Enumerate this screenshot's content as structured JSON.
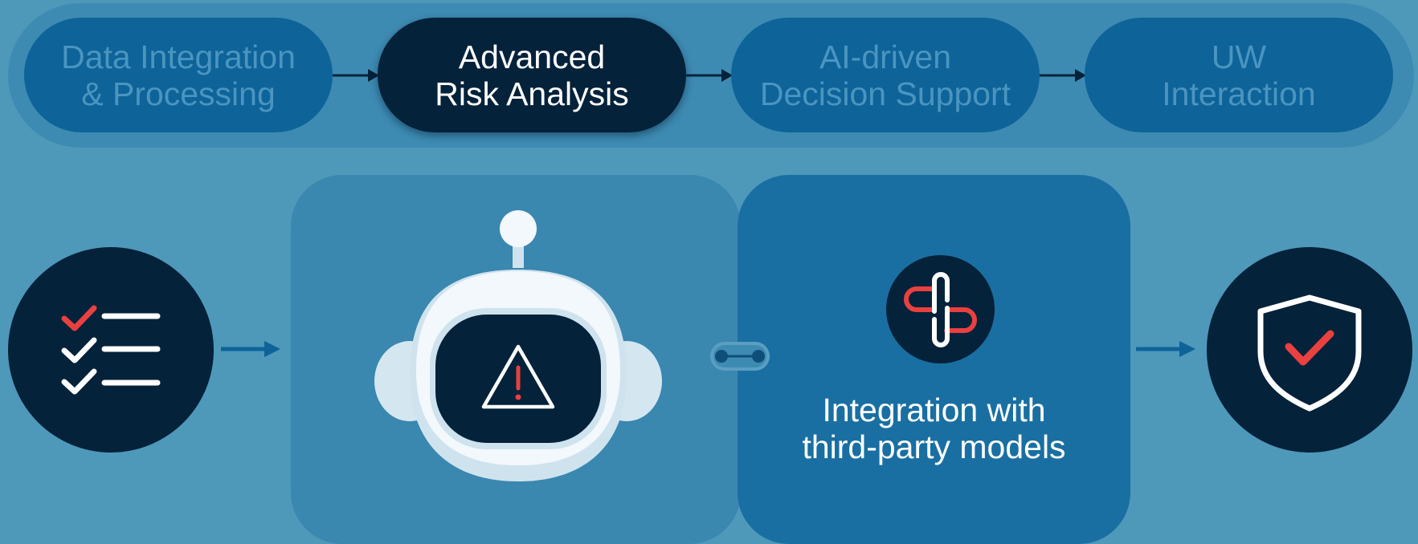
{
  "stages": [
    {
      "line1": "Data Integration",
      "line2": "& Processing",
      "active": false
    },
    {
      "line1": "Advanced",
      "line2": "Risk Analysis",
      "active": true
    },
    {
      "line1": "AI-driven",
      "line2": "Decision Support",
      "active": false
    },
    {
      "line1": "UW",
      "line2": "Interaction",
      "active": false
    }
  ],
  "integration": {
    "line1": "Integration with",
    "line2": "third-party models"
  },
  "colors": {
    "background": "#4e98ba",
    "active_stage": "#04223a",
    "inactive_stage": "#0e6399",
    "accent_red": "#e94040",
    "dark_navy": "#04223a"
  },
  "icons": [
    "checklist-icon",
    "robot-icon",
    "warning-icon",
    "connector-icon",
    "link-icon",
    "shield-check-icon",
    "arrow-right-icon"
  ]
}
